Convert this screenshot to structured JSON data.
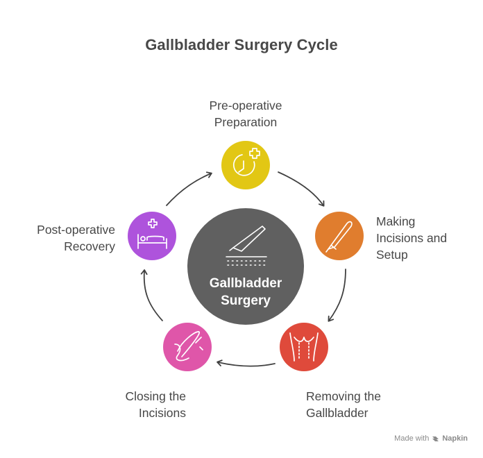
{
  "title": "Gallbladder Surgery Cycle",
  "center": {
    "label": "Gallbladder\nSurgery",
    "color": "#606060",
    "icon": "scalpel-incision-icon"
  },
  "steps": [
    {
      "label": "Pre-operative\nPreparation",
      "color": "#e2c714",
      "icon": "clock-plus-icon"
    },
    {
      "label": "Making\nIncisions and\nSetup",
      "color": "#e07d2e",
      "icon": "scalpel-icon"
    },
    {
      "label": "Removing the\nGallbladder",
      "color": "#df4a3b",
      "icon": "torso-incision-icon"
    },
    {
      "label": "Closing the\nIncisions",
      "color": "#df56a9",
      "icon": "suture-needle-icon"
    },
    {
      "label": "Post-operative\nRecovery",
      "color": "#ae53dc",
      "icon": "hospital-bed-icon"
    }
  ],
  "watermark": {
    "prefix": "Made with",
    "brand": "Napkin",
    "icon": "napkin-logo-icon"
  }
}
